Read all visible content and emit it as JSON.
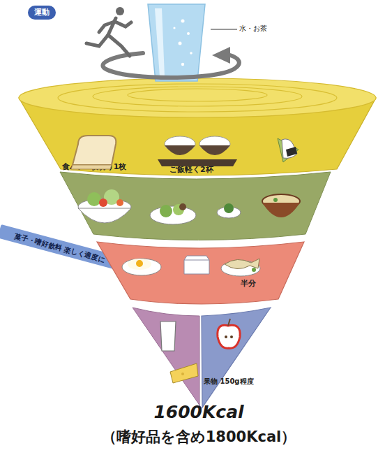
{
  "diagram": {
    "nodes": [
      {
        "text": [
          "運動"
        ]
      },
      {
        "text": [
          "食パン6枚切り1枚",
          "ご飯軽く2杯"
        ]
      },
      {
        "text": [
          "菓子・嗜好飲料 楽しく適度に"
        ]
      },
      {
        "text": [
          "半分"
        ]
      },
      {
        "text": [
          "果物 150g程度"
        ]
      }
    ],
    "labels": [
      "水・お茶",
      "1600Kcal",
      "（嗜好品を含め1800Kcal）"
    ]
  }
}
